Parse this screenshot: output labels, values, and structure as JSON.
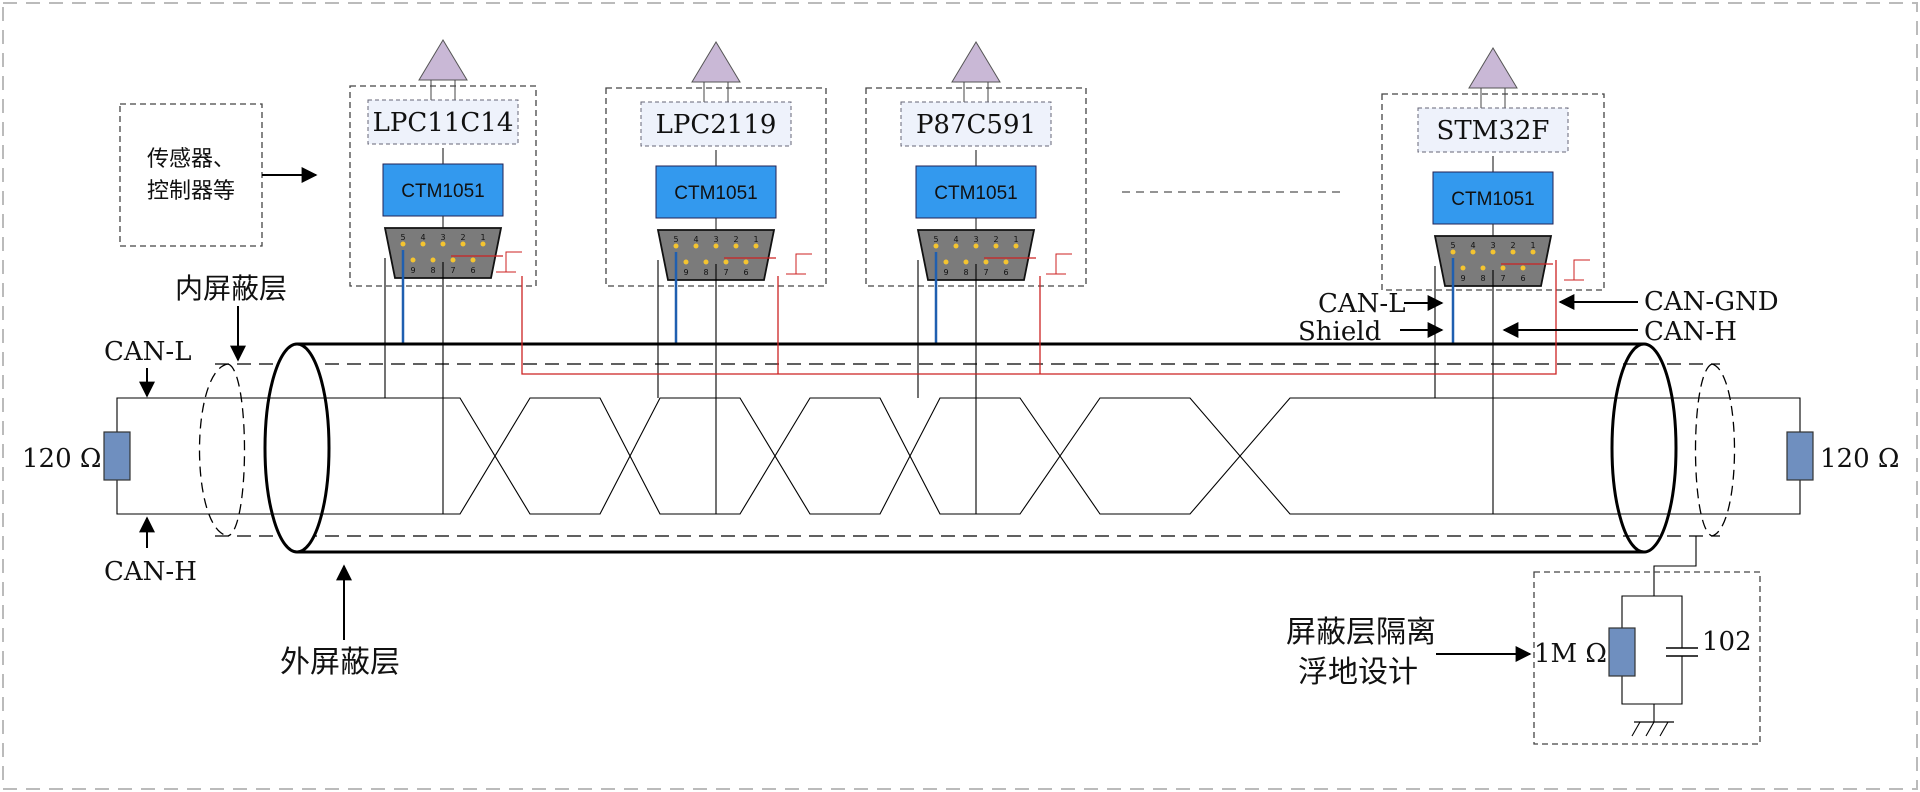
{
  "nodes": [
    {
      "mcu": "LPC11C14",
      "transceiver": "CTM1051"
    },
    {
      "mcu": "LPC2119",
      "transceiver": "CTM1051"
    },
    {
      "mcu": "P87C591",
      "transceiver": "CTM1051"
    },
    {
      "mcu": "STM32F",
      "transceiver": "CTM1051"
    }
  ],
  "connector_pins": {
    "top": [
      "5",
      "4",
      "3",
      "2",
      "1"
    ],
    "bottom": [
      "9",
      "8",
      "7",
      "6"
    ]
  },
  "labels": {
    "sensors_line1": "传感器、",
    "sensors_line2": "控制器等",
    "inner_shield": "内屏蔽层",
    "outer_shield": "外屏蔽层",
    "can_l": "CAN-L",
    "can_h": "CAN-H",
    "can_l_right": "CAN-L",
    "can_h_right": "CAN-H",
    "can_gnd": "CAN-GND",
    "shield": "Shield",
    "resistor_left": "120 Ω",
    "resistor_right": "120 Ω",
    "isolation_line1": "屏蔽层隔离",
    "isolation_line2": "浮地设计",
    "resistor_1m": "1M Ω",
    "capacitor": "102"
  },
  "colors": {
    "chip_fill": "#3399ee",
    "mcu_fill": "#eef2fb",
    "antenna_fill": "#c9b8d6",
    "connector_fill": "#7b7b7b",
    "resistor_fill": "#6f8fbf",
    "signal_red": "#cc2222",
    "shield_blue": "#1f5fb0"
  }
}
